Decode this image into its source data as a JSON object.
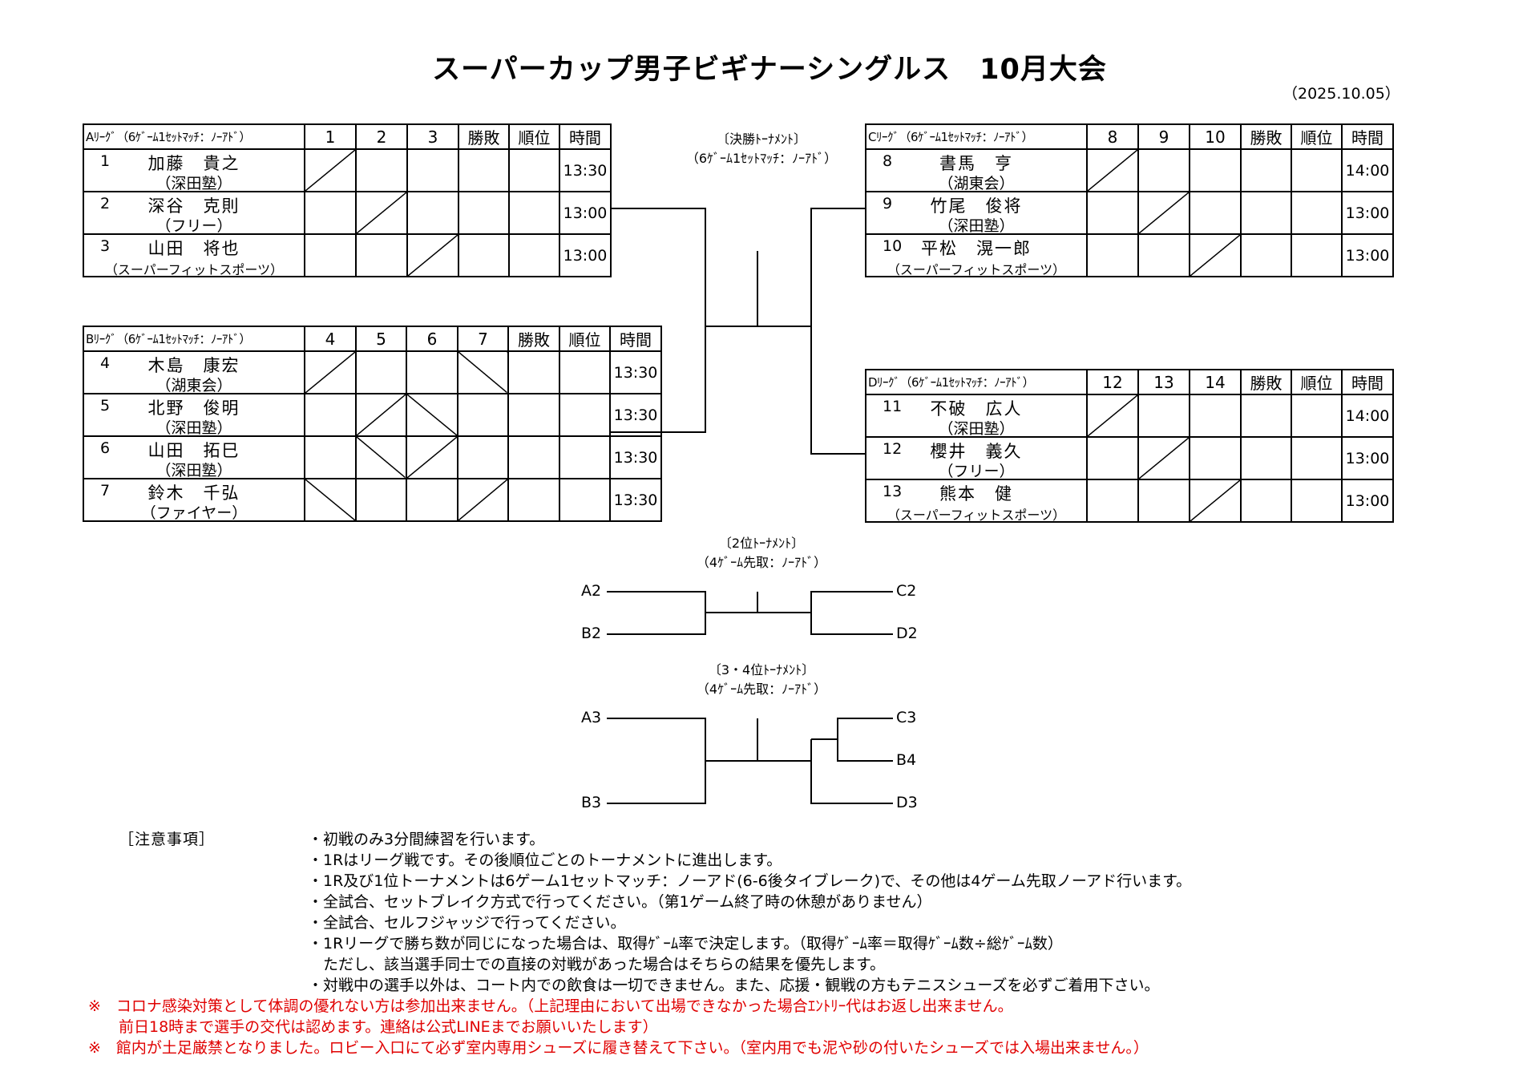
{
  "title": "スーパーカップ男子ビギナーシングルス　10月大会",
  "date": "（2025.10.05）",
  "leagues": {
    "A": {
      "header": "Aﾘｰｸﾞ（6ｹﾞｰﾑ1ｾｯﾄﾏｯﾁ：ﾉｰｱﾄﾞ）",
      "cols": [
        "1",
        "2",
        "3"
      ],
      "win_loss": "勝敗",
      "rank": "順位",
      "time": "時間",
      "players": [
        {
          "num": "1",
          "name": "加藤　貴之",
          "club": "（深田塾）",
          "time": "13:30"
        },
        {
          "num": "2",
          "name": "深谷　克則",
          "club": "（フリー）",
          "time": "13:00"
        },
        {
          "num": "3",
          "name": "山田　将也",
          "club": "（スーパーフィットスポーツ）",
          "time": "13:00"
        }
      ]
    },
    "B": {
      "header": "Bﾘｰｸﾞ（6ｹﾞｰﾑ1ｾｯﾄﾏｯﾁ：ﾉｰｱﾄﾞ）",
      "cols": [
        "4",
        "5",
        "6",
        "7"
      ],
      "win_loss": "勝敗",
      "rank": "順位",
      "time": "時間",
      "players": [
        {
          "num": "4",
          "name": "木島　康宏",
          "club": "（湖東会）",
          "time": "13:30"
        },
        {
          "num": "5",
          "name": "北野　俊明",
          "club": "（深田塾）",
          "time": "13:30"
        },
        {
          "num": "6",
          "name": "山田　拓巳",
          "club": "（深田塾）",
          "time": "13:30"
        },
        {
          "num": "7",
          "name": "鈴木　千弘",
          "club": "（ファイヤー）",
          "time": "13:30"
        }
      ]
    },
    "C": {
      "header": "Cﾘｰｸﾞ（6ｹﾞｰﾑ1ｾｯﾄﾏｯﾁ：ﾉｰｱﾄﾞ）",
      "cols": [
        "8",
        "9",
        "10"
      ],
      "win_loss": "勝敗",
      "rank": "順位",
      "time": "時間",
      "players": [
        {
          "num": "8",
          "name": "書馬　亨",
          "club": "（湖東会）",
          "time": "14:00"
        },
        {
          "num": "9",
          "name": "竹尾　俊将",
          "club": "（深田塾）",
          "time": "13:00"
        },
        {
          "num": "10",
          "name": "平松　滉一郎",
          "club": "（スーパーフィットスポーツ）",
          "time": "13:00"
        }
      ]
    },
    "D": {
      "header": "Dﾘｰｸﾞ（6ｹﾞｰﾑ1ｾｯﾄﾏｯﾁ：ﾉｰｱﾄﾞ）",
      "cols": [
        "12",
        "13",
        "14"
      ],
      "win_loss": "勝敗",
      "rank": "順位",
      "time": "時間",
      "players": [
        {
          "num": "11",
          "name": "不破　広人",
          "club": "（深田塾）",
          "time": "14:00"
        },
        {
          "num": "12",
          "name": "櫻井　義久",
          "club": "（フリー）",
          "time": "13:00"
        },
        {
          "num": "13",
          "name": "熊本　健",
          "club": "（スーパーフィットスポーツ）",
          "time": "13:00"
        }
      ]
    }
  },
  "final": {
    "title": "〔決勝ﾄｰﾅﾒﾝﾄ〕",
    "rule": "（6ｹﾞｰﾑ1ｾｯﾄﾏｯﾁ：ﾉｰｱﾄﾞ）"
  },
  "second": {
    "title": "〔2位ﾄｰﾅﾒﾝﾄ〕",
    "rule": "（4ｹﾞｰﾑ先取：ﾉｰｱﾄﾞ）",
    "left": [
      "A2",
      "B2"
    ],
    "right": [
      "C2",
      "D2"
    ]
  },
  "third": {
    "title": "〔3・4位ﾄｰﾅﾒﾝﾄ〕",
    "rule": "（4ｹﾞｰﾑ先取：ﾉｰｱﾄﾞ）",
    "left": [
      "A3",
      "B3"
    ],
    "right": [
      "C3",
      "B4",
      "D3"
    ]
  },
  "notes": {
    "heading": "［注意事項］",
    "items": [
      "・初戦のみ3分間練習を行います。",
      "・1Rはリーグ戦です。その後順位ごとのトーナメントに進出します。",
      "・1R及び1位トーナメントは6ゲーム1セットマッチ：ノーアド(6-6後タイブレーク)で、その他は4ゲーム先取ノーアド行います。",
      "・全試合、セットブレイク方式で行ってください。（第1ゲーム終了時の休憩がありません）",
      "・全試合、セルフジャッジで行ってください。",
      "・1Rリーグで勝ち数が同じになった場合は、取得ｹﾞｰﾑ率で決定します。（取得ｹﾞｰﾑ率＝取得ｹﾞｰﾑ数÷総ｹﾞｰﾑ数）",
      "　ただし、該当選手同士での直接の対戦があった場合はそちらの結果を優先します。",
      "・対戦中の選手以外は、コート内での飲食は一切できません。また、応援・観戦の方もテニスシューズを必ずご着用下さい。"
    ],
    "red": [
      "※　コロナ感染対策として体調の優れない方は参加出来ません。（上記理由において出場できなかった場合ｴﾝﾄﾘｰ代はお返し出来ません。",
      "　　前日18時まで選手の交代は認めます。連絡は公式LINEまでお願いいたします）",
      "※　館内が土足厳禁となりました。ロビー入口にて必ず室内専用シューズに履き替えて下さい。（室内用でも泥や砂の付いたシューズでは入場出来ません。）"
    ]
  }
}
